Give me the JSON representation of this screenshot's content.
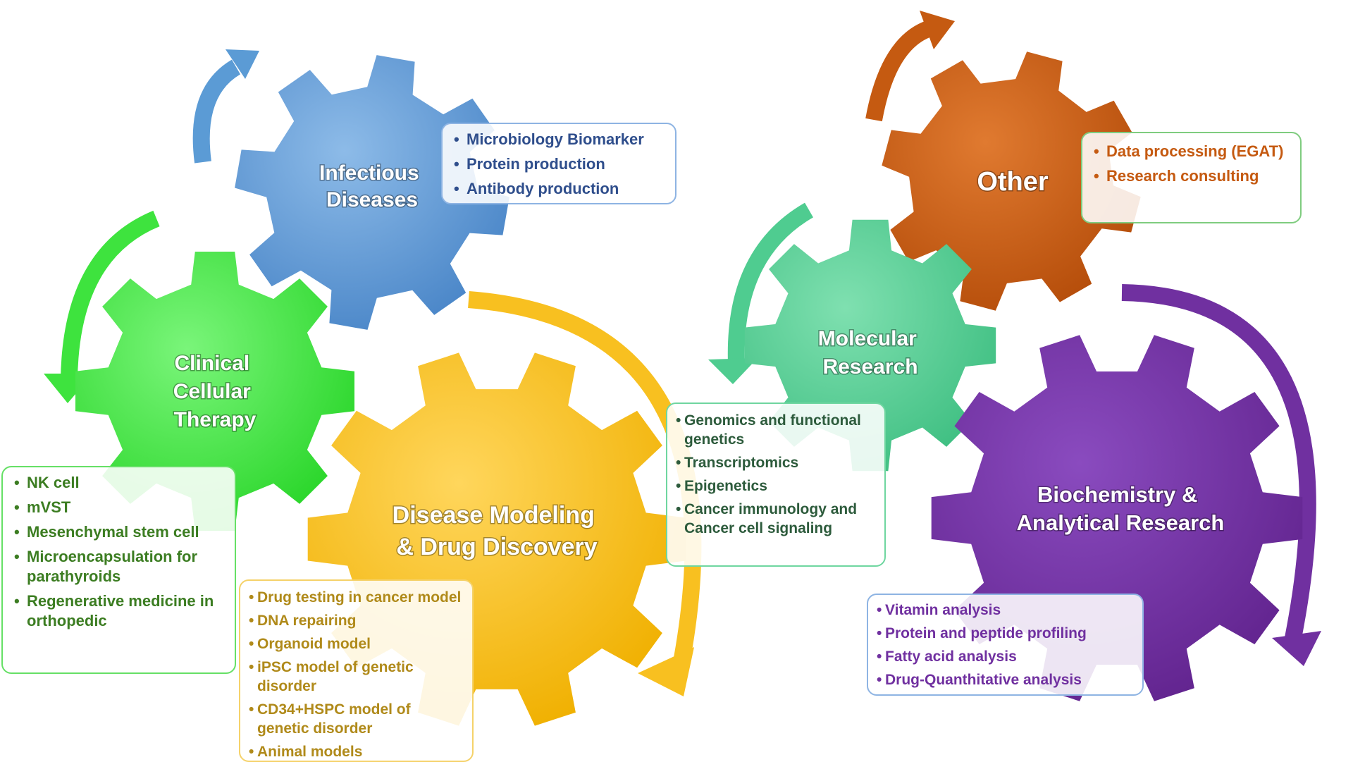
{
  "colors": {
    "infectious": "#5b9bd5",
    "clinical": "#3ee33e",
    "disease": "#f8c020",
    "molecular": "#4fcc90",
    "other": "#c55a11",
    "biochem": "#7030a0"
  },
  "gears": {
    "infectious": {
      "title_lines": [
        "Infectious",
        "Diseases"
      ]
    },
    "clinical": {
      "title_lines": [
        "Clinical",
        "Cellular",
        "Therapy"
      ]
    },
    "disease": {
      "title_lines": [
        "Disease Modeling",
        "& Drug Discovery"
      ]
    },
    "molecular": {
      "title_lines": [
        "Molecular",
        "Research"
      ]
    },
    "other": {
      "title_lines": [
        "Other"
      ]
    },
    "biochem": {
      "title_lines": [
        "Biochemistry  &",
        "Analytical  Research"
      ]
    }
  },
  "boxes": {
    "infectious": {
      "items": [
        "Microbiology Biomarker",
        "Protein production",
        "Antibody production"
      ],
      "text_color": "#2f4e8c",
      "border_color": "#8eb4e3"
    },
    "clinical": {
      "items": [
        "NK cell",
        "mVST",
        "Mesenchymal stem cell",
        "Microencapsulation for parathyroids",
        "Regenerative medicine in orthopedic"
      ],
      "text_color": "#3c7d22",
      "border_color": "#66e066"
    },
    "disease": {
      "items": [
        "Drug testing in cancer model",
        "DNA repairing",
        "Organoid model",
        "iPSC model of genetic disorder",
        "CD34+HSPC model of genetic disorder",
        "Animal models"
      ],
      "text_color": "#b08a1a",
      "border_color": "#f5d26a"
    },
    "molecular": {
      "items": [
        "Genomics and functional genetics",
        "Transcriptomics",
        "Epigenetics",
        "Cancer immunology and Cancer cell signaling"
      ],
      "text_color": "#2d5b3c",
      "border_color": "#6fd6a0"
    },
    "other": {
      "items": [
        "Data processing (EGAT)",
        "Research consulting"
      ],
      "text_color": "#c55a11",
      "border_color": "#7fcc7f"
    },
    "biochem": {
      "items": [
        "Vitamin analysis",
        "Protein and peptide profiling",
        "Fatty acid analysis",
        "Drug-Quanthitative analysis"
      ],
      "text_color": "#7030a0",
      "border_color": "#8eb4e3"
    }
  }
}
